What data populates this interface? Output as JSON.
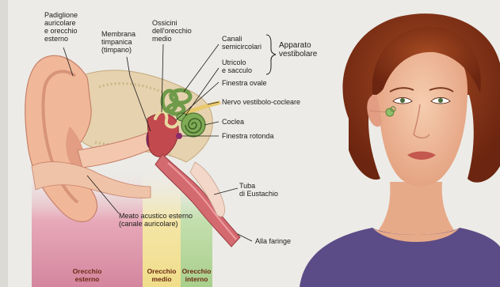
{
  "labels": {
    "pinna": "Padiglione\nauricolare\ne orecchio\nesterno",
    "eardrum": "Membrana\ntimpanica\n(timpano)",
    "ossicles": "Ossicini\ndell'orecchio\nmedio",
    "canals": "Canali\nsemicircolari",
    "utricle": "Utricolo\ne sacculo",
    "vestibular_group": "Apparato\nvestibolare",
    "oval_window": "Finestra ovale",
    "nerve": "Nervo vestibolo-cocleare",
    "cochlea": "Coclea",
    "round_window": "Finestra rotonda",
    "eustachian": "Tuba\ndi Eustachio",
    "meatus": "Meato acustico esterno\n(canale auricolare)",
    "pharynx": "Alla faringe"
  },
  "zones": [
    {
      "label": "Orecchio\nesterno",
      "color": "#d4869e"
    },
    {
      "label": "Orecchio\nmedio",
      "color": "#f0dd8a"
    },
    {
      "label": "Orecchio\ninterno",
      "color": "#a9cf8c"
    }
  ],
  "colors": {
    "page": "#ecebe7",
    "skin": "#f0b899",
    "hair": "#8a3518",
    "cochlea": "#6f9a4a",
    "bone": "#e6d2ae",
    "canal": "#d36a70",
    "shirt": "#5b4b86"
  }
}
